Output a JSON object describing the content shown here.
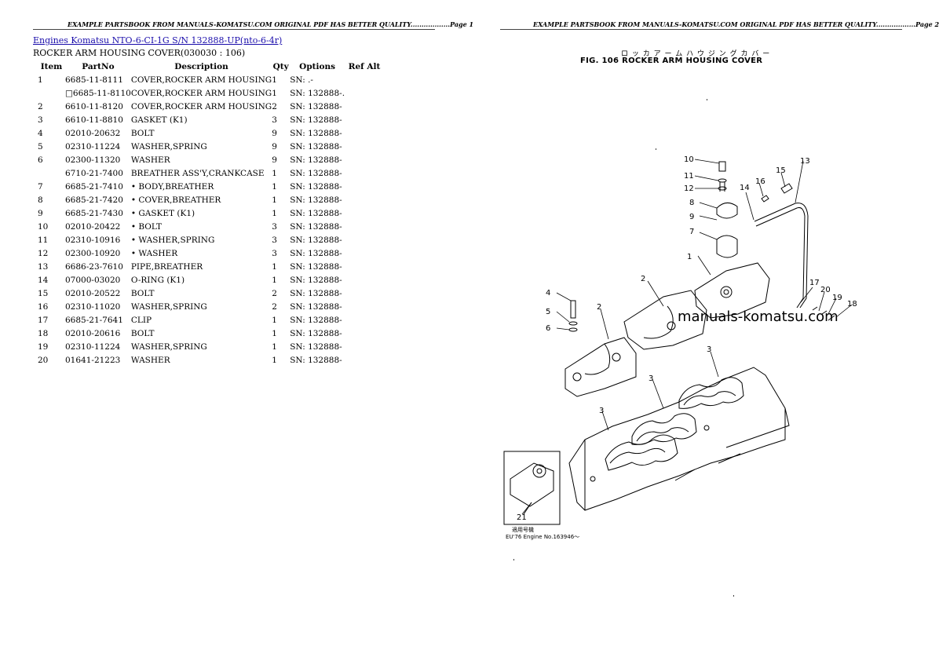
{
  "left_page": {
    "header": "EXAMPLE PARTSBOOK FROM MANUALS-KOMATSU.COM ORIGINAL PDF HAS BETTER QUALITY..................Page 1",
    "breadcrumb_link": "Engines Komatsu NTO-6-CI-1G S/N 132888-UP(nto-6-4r)",
    "subtitle": "ROCKER ARM HOUSING COVER(030030 : 106)",
    "columns": [
      "Item",
      "PartNo",
      "Description",
      "Qty",
      "Options",
      "Ref Alt"
    ],
    "rows": [
      {
        "item": "1",
        "part": "6685-11-8111",
        "desc": "COVER,ROCKER ARM HOUSING",
        "qty": "1",
        "opt": "SN: .-"
      },
      {
        "item": "",
        "part": "□6685-11-8110",
        "desc": "COVER,ROCKER ARM HOUSING",
        "qty": "1",
        "opt": "SN: 132888-."
      },
      {
        "item": "2",
        "part": "6610-11-8120",
        "desc": "COVER,ROCKER ARM HOUSING",
        "qty": "2",
        "opt": "SN: 132888-"
      },
      {
        "item": "3",
        "part": "6610-11-8810",
        "desc": "GASKET (K1)",
        "qty": "3",
        "opt": "SN: 132888-"
      },
      {
        "item": "4",
        "part": "02010-20632",
        "desc": "BOLT",
        "qty": "9",
        "opt": "SN: 132888-"
      },
      {
        "item": "5",
        "part": "02310-11224",
        "desc": "WASHER,SPRING",
        "qty": "9",
        "opt": "SN: 132888-"
      },
      {
        "item": "6",
        "part": "02300-11320",
        "desc": "WASHER",
        "qty": "9",
        "opt": "SN: 132888-"
      },
      {
        "item": "",
        "part": "6710-21-7400",
        "desc": "BREATHER ASS'Y,CRANKCASE",
        "qty": "1",
        "opt": "SN: 132888-"
      },
      {
        "item": "7",
        "part": "6685-21-7410",
        "desc": "• BODY,BREATHER",
        "qty": "1",
        "opt": "SN: 132888-"
      },
      {
        "item": "8",
        "part": "6685-21-7420",
        "desc": "• COVER,BREATHER",
        "qty": "1",
        "opt": "SN: 132888-"
      },
      {
        "item": "9",
        "part": "6685-21-7430",
        "desc": "• GASKET (K1)",
        "qty": "1",
        "opt": "SN: 132888-"
      },
      {
        "item": "10",
        "part": "02010-20422",
        "desc": "• BOLT",
        "qty": "3",
        "opt": "SN: 132888-"
      },
      {
        "item": "11",
        "part": "02310-10916",
        "desc": "• WASHER,SPRING",
        "qty": "3",
        "opt": "SN: 132888-"
      },
      {
        "item": "12",
        "part": "02300-10920",
        "desc": "• WASHER",
        "qty": "3",
        "opt": "SN: 132888-"
      },
      {
        "item": "13",
        "part": "6686-23-7610",
        "desc": "PIPE,BREATHER",
        "qty": "1",
        "opt": "SN: 132888-"
      },
      {
        "item": "14",
        "part": "07000-03020",
        "desc": "O-RING (K1)",
        "qty": "1",
        "opt": "SN: 132888-"
      },
      {
        "item": "15",
        "part": "02010-20522",
        "desc": "BOLT",
        "qty": "2",
        "opt": "SN: 132888-"
      },
      {
        "item": "16",
        "part": "02310-11020",
        "desc": "WASHER,SPRING",
        "qty": "2",
        "opt": "SN: 132888-"
      },
      {
        "item": "17",
        "part": "6685-21-7641",
        "desc": "CLIP",
        "qty": "1",
        "opt": "SN: 132888-"
      },
      {
        "item": "18",
        "part": "02010-20616",
        "desc": "BOLT",
        "qty": "1",
        "opt": "SN: 132888-"
      },
      {
        "item": "19",
        "part": "02310-11224",
        "desc": "WASHER,SPRING",
        "qty": "1",
        "opt": "SN: 132888-"
      },
      {
        "item": "20",
        "part": "01641-21223",
        "desc": "WASHER",
        "qty": "1",
        "opt": "SN: 132888-"
      }
    ]
  },
  "right_page": {
    "header": "EXAMPLE PARTSBOOK FROM MANUALS-KOMATSU.COM ORIGINAL PDF HAS BETTER QUALITY..................Page 2",
    "fig_title_jp": "ロ ッ カ  ア ー ム  ハ ウ ジ ン グ  カ バ ー",
    "fig_title": "FIG. 106  ROCKER ARM HOUSING COVER",
    "watermark": "manuals-komatsu.com",
    "note_jp": "適用号機",
    "note_serial": "EU'76  Engine No.163946～",
    "callouts": [
      "1",
      "2",
      "2",
      "3",
      "3",
      "3",
      "4",
      "5",
      "6",
      "7",
      "8",
      "9",
      "10",
      "11",
      "12",
      "13",
      "14",
      "15",
      "16",
      "17",
      "18",
      "19",
      "20",
      "21"
    ]
  }
}
